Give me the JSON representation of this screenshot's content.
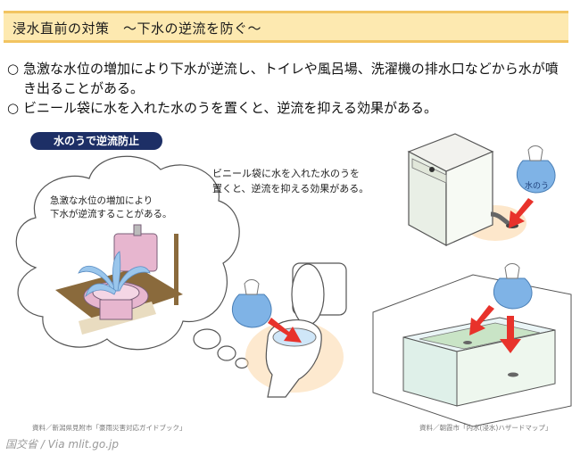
{
  "header": {
    "title": "浸水直前の対策　～下水の逆流を防ぐ～"
  },
  "bullets": [
    {
      "mark": "○",
      "text": "急激な水位の増加により下水が逆流し、トイレや風呂場、洗濯機の排水口などから水が噴き出ることがある。"
    },
    {
      "mark": "○",
      "text": "ビニール袋に水を入れた水のうを置くと、逆流を抑える効果がある。"
    }
  ],
  "illustration": {
    "badge": "水のうで逆流防止",
    "bubble_note": "急激な水位の増加により\n下水が逆流することがある。",
    "center_note": "ビニール袋に水を入れた水のうを\n置くと、逆流を抑える効果がある。",
    "water_bag_label": "水のう"
  },
  "sources": {
    "left": "資料／新潟県見附市「豪雨災害対応ガイドブック」",
    "right": "資料／朝霞市「内水(浸水)ハザードマップ」"
  },
  "credit": "国交省 / Via mlit.go.jp",
  "colors": {
    "title_bg": "#fde9b0",
    "title_border": "#f2c461",
    "badge_bg": "#1d2f66",
    "arrow": "#e8322b",
    "water": "#7fb3e6"
  }
}
